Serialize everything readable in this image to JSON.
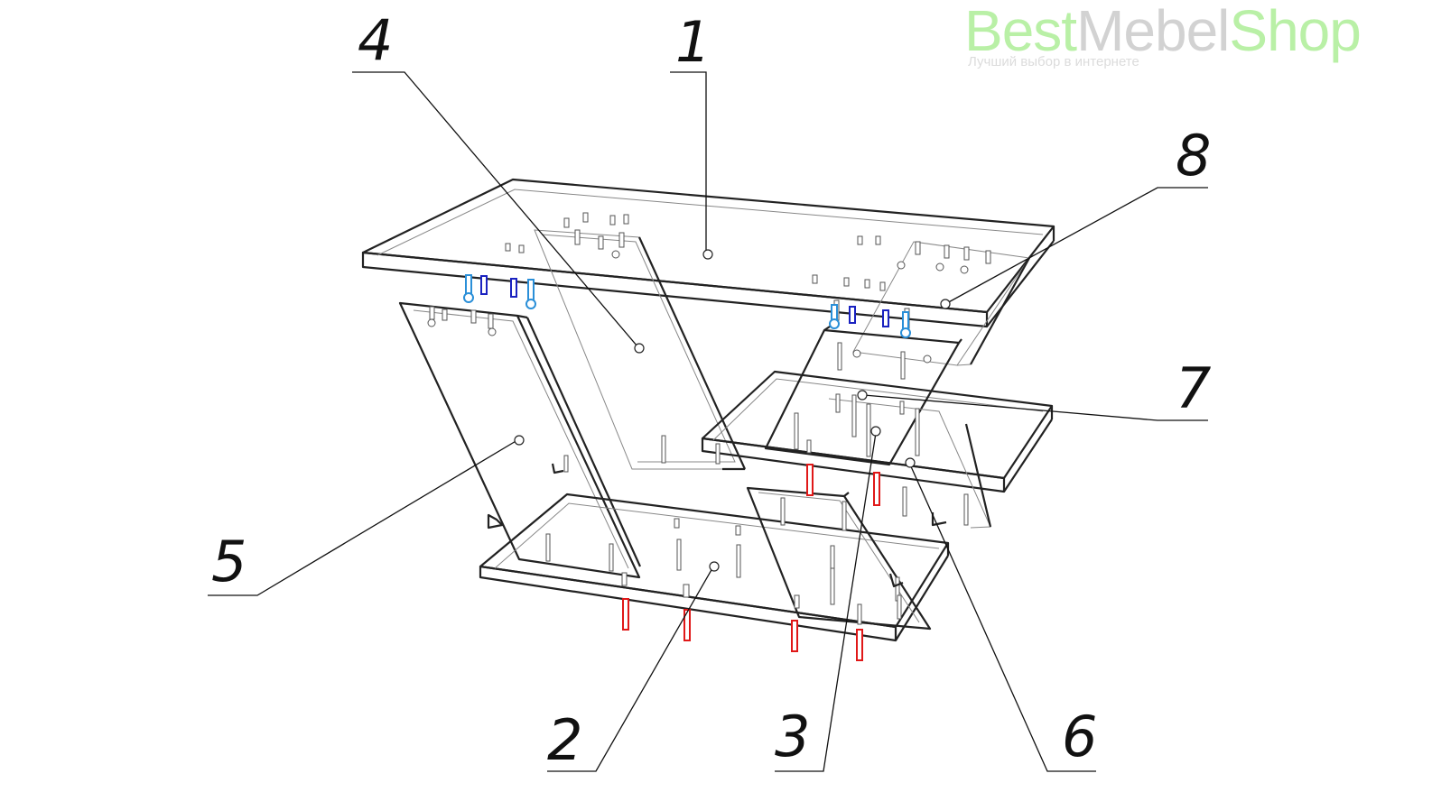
{
  "brand": {
    "word1": "Best",
    "word2": "Mebel",
    "word3": "Shop",
    "tagline": "Лучший выбор в интернете"
  },
  "callouts": [
    "1",
    "2",
    "3",
    "4",
    "5",
    "6",
    "7",
    "8"
  ],
  "colors": {
    "dowel_red": "#e01818",
    "fastener_light_blue": "#2a8fd8",
    "fastener_dark_blue": "#1a22c0",
    "line": "#222222"
  }
}
